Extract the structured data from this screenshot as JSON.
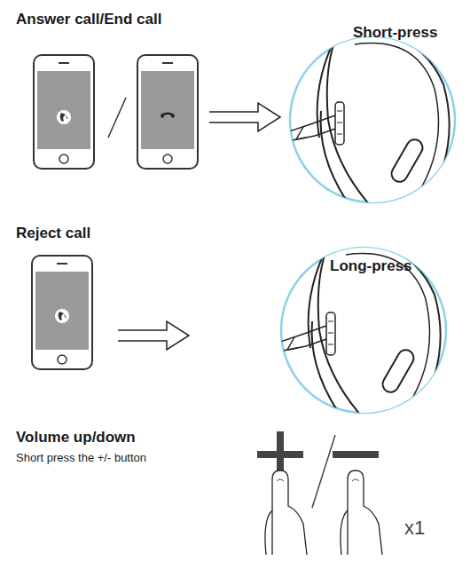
{
  "diagram": {
    "labels": [
      "Answer call/End call",
      "Short-press",
      "Reject call",
      "Long-press",
      "Volume up/down",
      "Short press the +/- button",
      "x1"
    ]
  }
}
